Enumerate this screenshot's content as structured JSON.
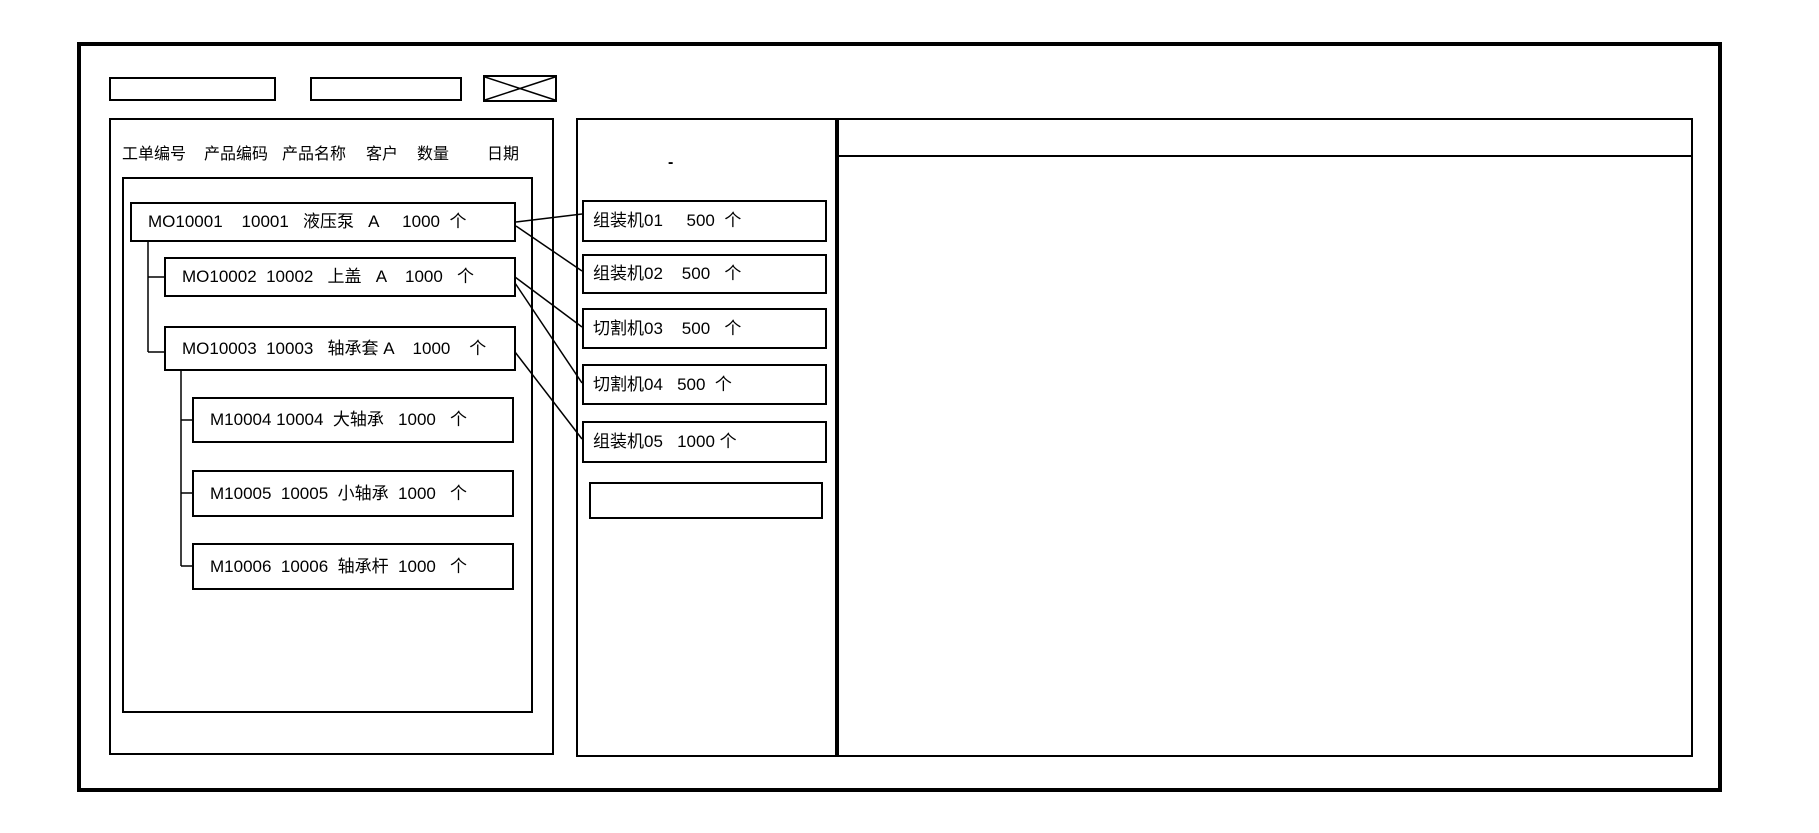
{
  "colors": {
    "ink": "#000000",
    "paper": "#ffffff"
  },
  "toolbar": {
    "field1_value": "",
    "field2_value": "",
    "icon": "crossed-box"
  },
  "work_order_panel": {
    "columns": [
      "工单编号",
      "产品编码",
      "产品名称",
      "客户",
      "数量",
      "日期"
    ],
    "orders": [
      {
        "order_no": "MO10001",
        "product_code": "10001",
        "product_name": "液压泵",
        "customer": "A",
        "qty": "1000",
        "unit": "个",
        "level": 0,
        "display": "MO10001    10001   液压泵   A     1000  个"
      },
      {
        "order_no": "MO10002",
        "product_code": "10002",
        "product_name": "上盖",
        "customer": "A",
        "qty": "1000",
        "unit": "个",
        "level": 1,
        "display": "MO10002  10002   上盖   A    1000   个"
      },
      {
        "order_no": "MO10003",
        "product_code": "10003",
        "product_name": "轴承套",
        "customer": "A",
        "qty": "1000",
        "unit": "个",
        "level": 1,
        "display": "MO10003  10003   轴承套 A    1000    个"
      },
      {
        "order_no": "M10004",
        "product_code": "10004",
        "product_name": "大轴承",
        "customer": "",
        "qty": "1000",
        "unit": "个",
        "level": 2,
        "display": "M10004 10004  大轴承   1000   个"
      },
      {
        "order_no": "M10005",
        "product_code": "10005",
        "product_name": "小轴承",
        "customer": "",
        "qty": "1000",
        "unit": "个",
        "level": 2,
        "display": "M10005  10005  小轴承  1000   个"
      },
      {
        "order_no": "M10006",
        "product_code": "10006",
        "product_name": "轴承杆",
        "customer": "",
        "qty": "1000",
        "unit": "个",
        "level": 2,
        "display": "M10006  10006  轴承杆  1000   个"
      }
    ]
  },
  "machine_panel": {
    "mark": "-",
    "machines": [
      {
        "name": "组装机01",
        "qty": "500",
        "unit": "个",
        "display": "组装机01     500  个"
      },
      {
        "name": "组装机02",
        "qty": "500",
        "unit": "个",
        "display": "组装机02    500   个"
      },
      {
        "name": "切割机03",
        "qty": "500",
        "unit": "个",
        "display": "切割机03    500   个"
      },
      {
        "name": "切割机04",
        "qty": "500",
        "unit": "个",
        "display": "切割机04   500  个"
      },
      {
        "name": "组装机05",
        "qty": "1000",
        "unit": "个",
        "display": "组装机05   1000 个"
      },
      {
        "name": "",
        "qty": "",
        "unit": "",
        "display": ""
      }
    ]
  },
  "links": [
    {
      "from": "MO10001",
      "to": "组装机01"
    },
    {
      "from": "MO10001",
      "to": "组装机02"
    },
    {
      "from": "MO10002",
      "to": "切割机03"
    },
    {
      "from": "MO10002",
      "to": "切割机04"
    },
    {
      "from": "MO10003",
      "to": "组装机05"
    }
  ],
  "right_panel": {
    "header_text": "",
    "body_text": ""
  }
}
